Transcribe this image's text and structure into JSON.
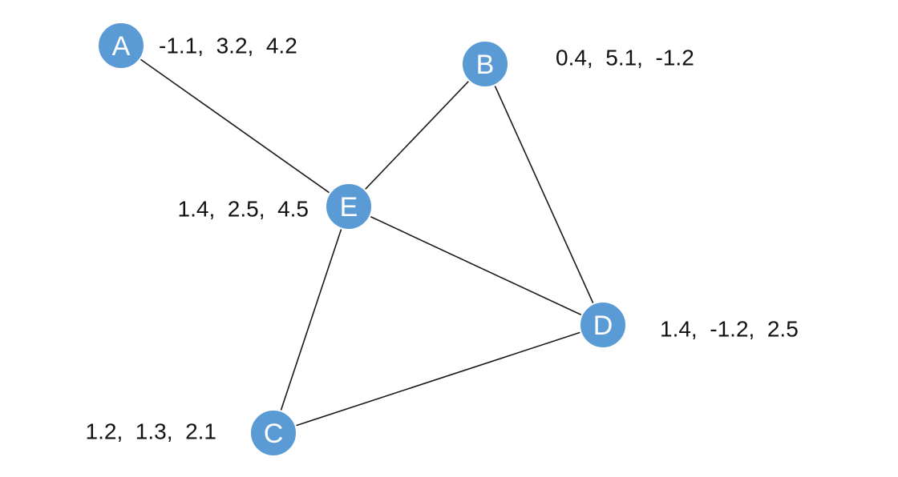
{
  "diagram": {
    "node_color": "#5b9bd5",
    "edge_color": "#1a1a1a",
    "nodes": [
      {
        "id": "A",
        "label": "A",
        "values": "-1.1,  3.2,  4.2"
      },
      {
        "id": "B",
        "label": "B",
        "values": "0.4,  5.1,  -1.2"
      },
      {
        "id": "E",
        "label": "E",
        "values": "1.4,  2.5,  4.5"
      },
      {
        "id": "D",
        "label": "D",
        "values": "1.4,  -1.2,  2.5"
      },
      {
        "id": "C",
        "label": "C",
        "values": "1.2,  1.3,  2.1"
      }
    ],
    "edges": [
      {
        "from": "A",
        "to": "E"
      },
      {
        "from": "B",
        "to": "E"
      },
      {
        "from": "B",
        "to": "D"
      },
      {
        "from": "E",
        "to": "D"
      },
      {
        "from": "E",
        "to": "C"
      },
      {
        "from": "C",
        "to": "D"
      }
    ]
  }
}
